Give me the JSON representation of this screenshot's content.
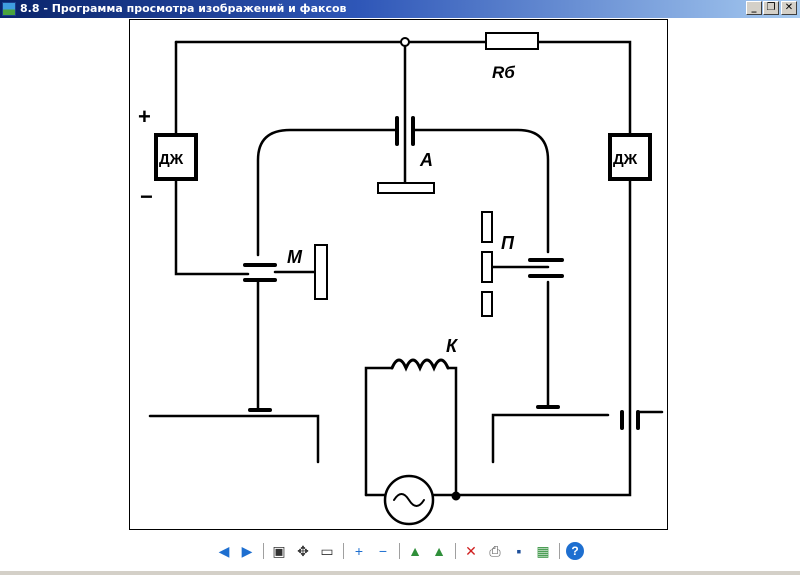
{
  "window": {
    "title": "8.8 - Программа просмотра изображений и факсов",
    "minimize_glyph": "_",
    "restore_glyph": "❐",
    "close_glyph": "✕"
  },
  "diagram": {
    "labels": {
      "resistor": "Rб",
      "plus": "+",
      "minus": "−",
      "relay_left": "ДЖ",
      "relay_right": "ДЖ",
      "contact_a": "А",
      "contact_m": "М",
      "contact_p": "П",
      "coil_k": "К"
    }
  },
  "toolbar": {
    "prev_glyph": "◀",
    "next_glyph": "▶",
    "best_fit_glyph": "▣",
    "actual_size_glyph": "✥",
    "slideshow_glyph": "▭",
    "zoom_in_glyph": "+",
    "zoom_out_glyph": "−",
    "rotate_cw_glyph": "▲",
    "rotate_ccw_glyph": "▲",
    "delete_glyph": "✕",
    "print_glyph": "⎙",
    "save_glyph": "▪",
    "edit_glyph": "▦",
    "help_glyph": "?"
  },
  "colors": {
    "title_bar_start": "#0a246a",
    "title_bar_end": "#a6caf0",
    "nav_blue": "#1e6fd0",
    "rotate_green": "#2f8f3a",
    "delete_red": "#d02020"
  }
}
